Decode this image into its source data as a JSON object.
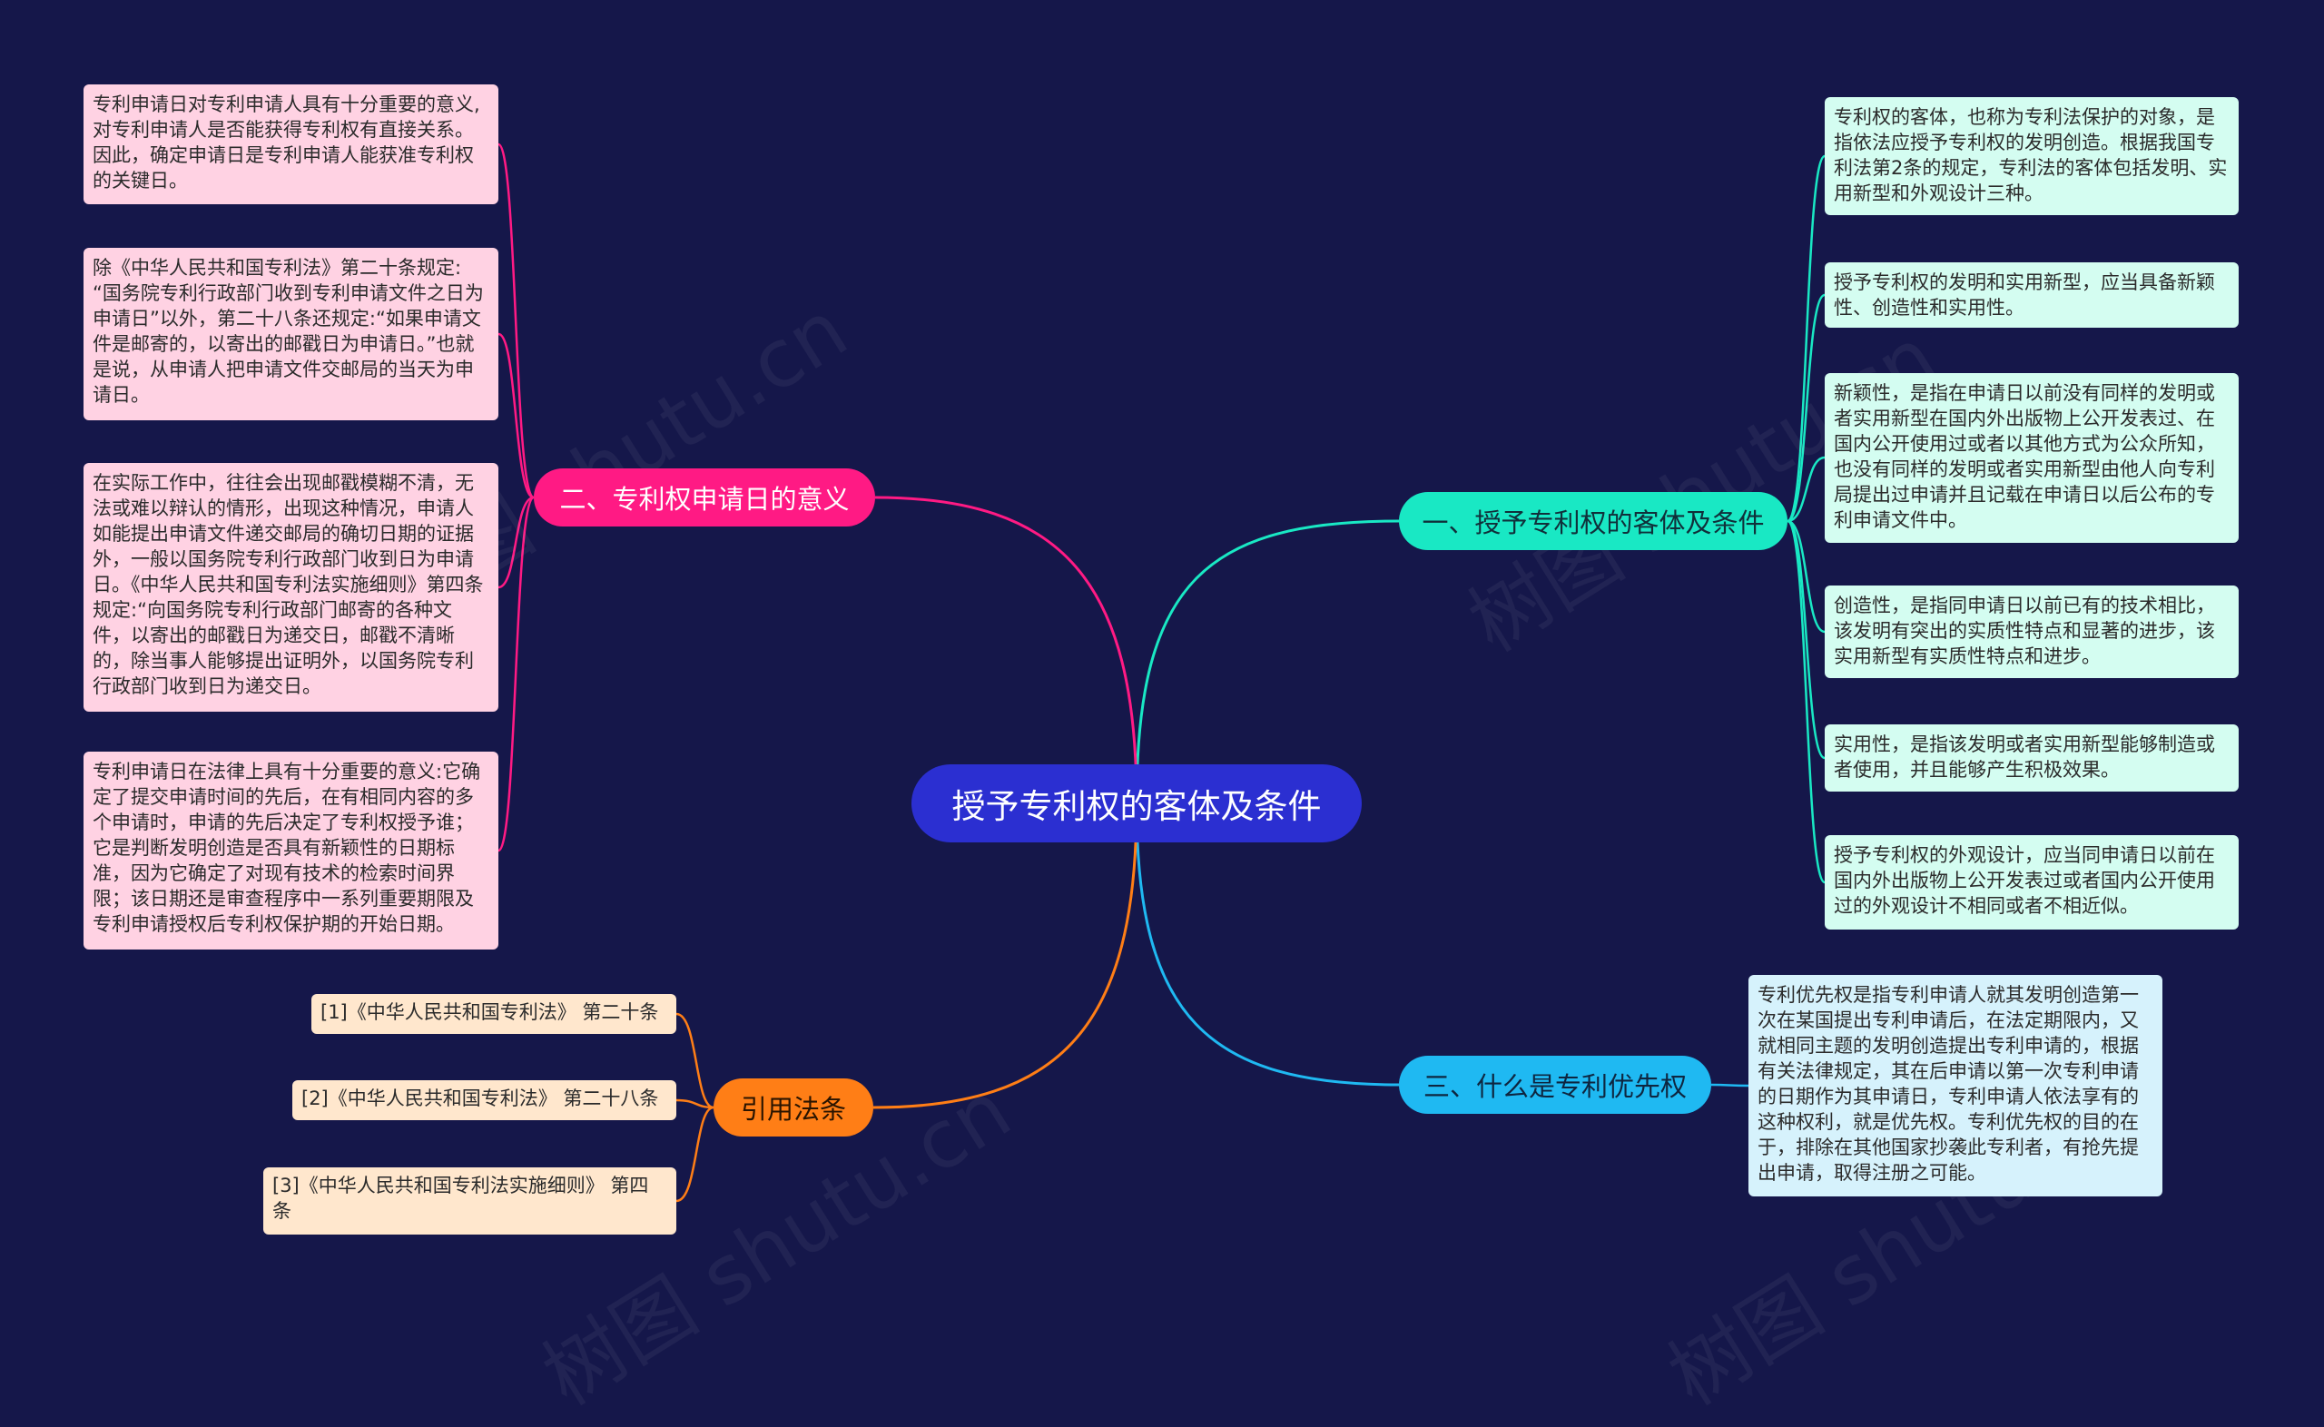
{
  "root": {
    "label": "授予专利权的客体及条件"
  },
  "branches": [
    {
      "label": "一、授予专利权的客体及条件",
      "color": "#19e8c4",
      "leaves": [
        "专利权的客体，也称为专利法保护的对象，是指依法应授予专利权的发明创造。根据我国专利法第2条的规定，专利法的客体包括发明、实用新型和外观设计三种。",
        "授予专利权的发明和实用新型，应当具备新颖性、创造性和实用性。",
        "新颖性，是指在申请日以前没有同样的发明或者实用新型在国内外出版物上公开发表过、在国内公开使用过或者以其他方式为公众所知，也没有同样的发明或者实用新型由他人向专利局提出过申请并且记载在申请日以后公布的专利申请文件中。",
        "创造性，是指同申请日以前已有的技术相比，该发明有突出的实质性特点和显著的进步，该实用新型有实质性特点和进步。",
        "实用性，是指该发明或者实用新型能够制造或者使用，并且能够产生积极效果。",
        "授予专利权的外观设计，应当同申请日以前在国内外出版物上公开发表过或者国内公开使用过的外观设计不相同或者不相近似。"
      ]
    },
    {
      "label": "三、什么是专利优先权",
      "color": "#1fb9f2",
      "leaves": [
        "专利优先权是指专利申请人就其发明创造第一次在某国提出专利申请后，在法定期限内，又就相同主题的发明创造提出专利申请的，根据有关法律规定，其在后申请以第一次专利申请的日期作为其申请日，专利申请人依法享有的这种权利，就是优先权。专利优先权的目的在于，排除在其他国家抄袭此专利者，有抢先提出申请，取得注册之可能。"
      ]
    },
    {
      "label": "二、专利权申请日的意义",
      "color": "#ff1a84",
      "leaves": [
        "专利申请日对专利申请人具有十分重要的意义,对专利申请人是否能获得专利权有直接关系。因此，确定申请日是专利申请人能获准专利权的关键日。",
        "除《中华人民共和国专利法》第二十条规定: “国务院专利行政部门收到专利申请文件之日为申请日”以外，第二十八条还规定:“如果申请文件是邮寄的，以寄出的邮戳日为申请日。”也就是说，从申请人把申请文件交邮局的当天为申请日。",
        "在实际工作中，往往会出现邮戳模糊不清，无法或难以辩认的情形，出现这种情况，申请人如能提出申请文件递交邮局的确切日期的证据外，一般以国务院专利行政部门收到日为申请日。《中华人民共和国专利法实施细则》第四条规定:“向国务院专利行政部门邮寄的各种文件，以寄出的邮戳日为递交日，邮戳不清晰的，除当事人能够提出证明外，以国务院专利行政部门收到日为递交日。",
        "专利申请日在法律上具有十分重要的意义:它确定了提交申请时间的先后，在有相同内容的多个申请时，申请的先后决定了专利权授予谁；它是判断发明创造是否具有新颖性的日期标准，因为它确定了对现有技术的检索时间界限；该日期还是审查程序中一系列重要期限及专利申请授权后专利权保护期的开始日期。"
      ]
    },
    {
      "label": "引用法条",
      "color": "#ff7e16",
      "leaves": [
        "[1]《中华人民共和国专利法》 第二十条",
        "[2]《中华人民共和国专利法》 第二十八条",
        "[3]《中华人民共和国专利法实施细则》 第四条"
      ]
    }
  ],
  "watermark": "树图 shutu.cn"
}
